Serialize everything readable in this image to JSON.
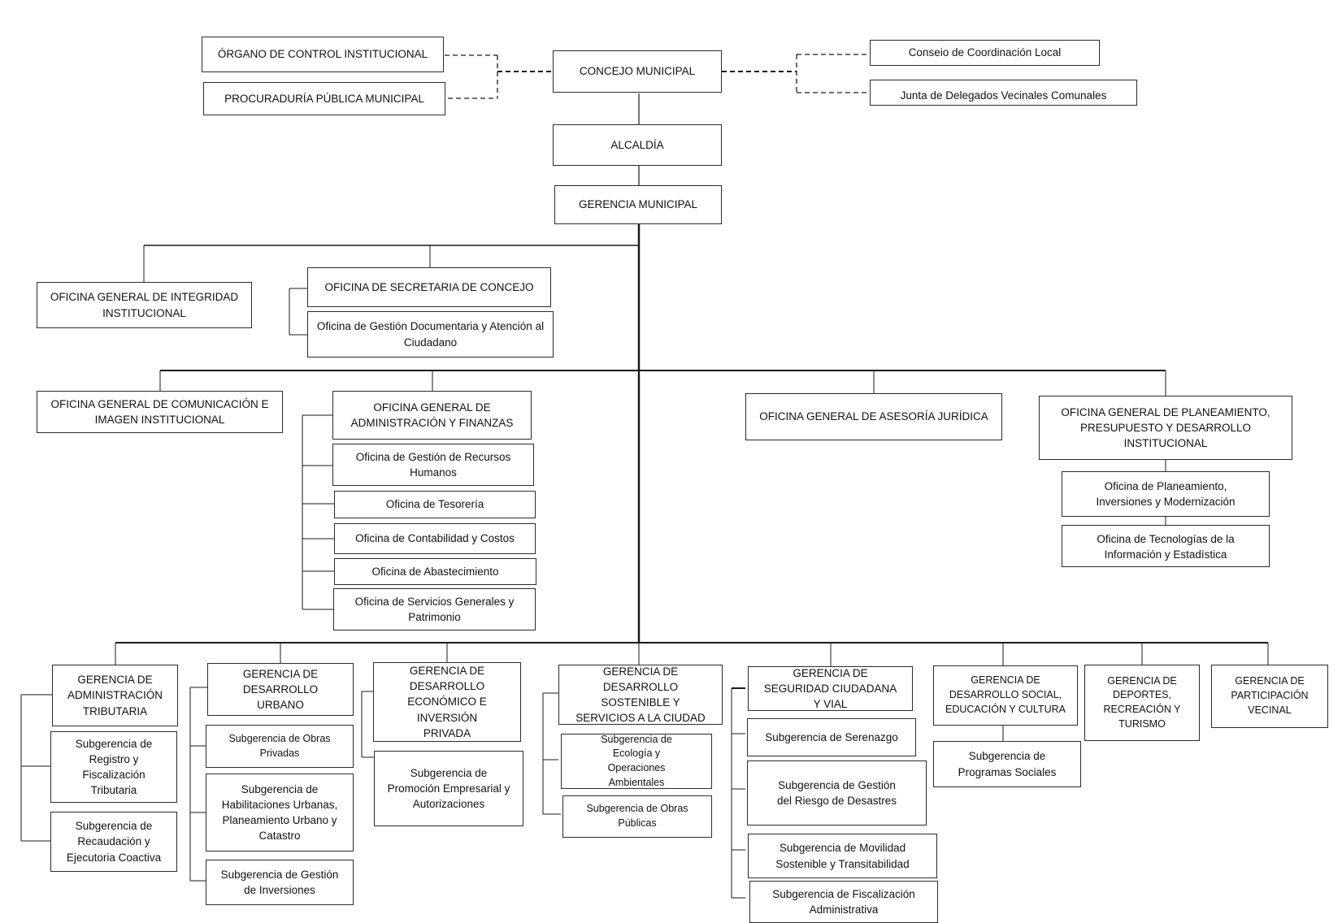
{
  "org": {
    "concejo": "CONCEJO MUNICIPAL",
    "control": "ÓRGANO DE CONTROL INSTITUCIONAL",
    "procuraduria": "PROCURADURÍA PÚBLICA MUNICIPAL",
    "consejo_local": "Conseio de Coordinación Local",
    "junta": "Junta de Delegados Vecinales Comunales",
    "alcaldia": "ALCALDÍA",
    "gerencia_municipal": "GERENCIA MUNICIPAL",
    "integridad": "OFICINA GENERAL DE INTEGRIDAD INSTITUCIONAL",
    "secretaria": "OFICINA DE SECRETARIA DE CONCEJO",
    "gestion_documentaria": "Oficina de Gestión Documentaria y Atención al Ciudadano",
    "comunicacion": "OFICINA GENERAL DE COMUNICACIÓN E IMAGEN INSTITUCIONAL",
    "administracion": "OFICINA GENERAL DE ADMINISTRACIÓN Y FINANZAS",
    "rrhh": "Oficina de Gestión de Recursos Humanos",
    "tesoreria": "Oficina de Tesorería",
    "contabilidad": "Oficina de Contabilidad y Costos",
    "abastecimiento": "Oficina de Abastecimiento",
    "servicios_generales": "Oficina de Servicios Generales y Patrimonio",
    "asesoria": "OFICINA GENERAL DE ASESORÍA JURÍDICA",
    "planeamiento": "OFICINA GENERAL DE PLANEAMIENTO, PRESUPUESTO Y DESARROLLO INSTITUCIONAL",
    "of_planeamiento": "Oficina de Planeamiento, Inversiones y Modernización",
    "tecnologias": "Oficina de Tecnologías de la Información y Estadística",
    "g_tributaria": "GERENCIA DE ADMINISTRACIÓN TRIBUTARIA",
    "sg_registro": "Subgerencia de Registro y Fiscalización Tributaria",
    "sg_recaudacion": "Subgerencia de Recaudación y Ejecutoria Coactiva",
    "g_urbano": "GERENCIA DE DESARROLLO URBANO",
    "sg_obras_privadas": "Subgerencia de Obras Privadas",
    "sg_habilitaciones": "Subgerencia de Habilitaciones Urbanas, Planeamiento Urbano y Catastro",
    "sg_inversiones": "Subgerencia de Gestión de Inversiones",
    "g_economico": "GERENCIA DE DESARROLLO ECONÓMICO E INVERSIÓN PRIVADA",
    "sg_promocion": "Subgerencia de Promoción Empresarial y Autorizaciones",
    "g_sostenible": "GERENCIA DE DESARROLLO SOSTENIBLE Y SERVICIOS A LA CIUDAD",
    "sg_ecologia": "Subgerencia de Ecología y Operaciones Ambientales",
    "sg_obras_publicas": "Subgerencia de Obras Públicas",
    "g_seguridad": "GERENCIA DE SEGURIDAD CIUDADANA Y VIAL",
    "sg_serenazgo": "Subgerencia de Serenazgo",
    "sg_riesgo": "Subgerencia de Gestión del Riesgo de Desastres",
    "sg_movilidad": "Subgerencia de Movilidad Sostenible y Transitabilidad",
    "sg_fiscalizacion": "Subgerencia de Fiscalización Administrativa",
    "g_social": "GERENCIA DE DESARROLLO SOCIAL, EDUCACIÓN Y CULTURA",
    "sg_programas": "Subgerencia de Programas Sociales",
    "g_deportes": "GERENCIA DE DEPORTES, RECREACIÓN Y TURISMO",
    "g_vecinal": "GERENCIA DE PARTICIPACIÓN VECINAL"
  },
  "colors": {
    "line": "#1a1a1a",
    "border": "#2b2b2b",
    "background": "#ffffff"
  }
}
